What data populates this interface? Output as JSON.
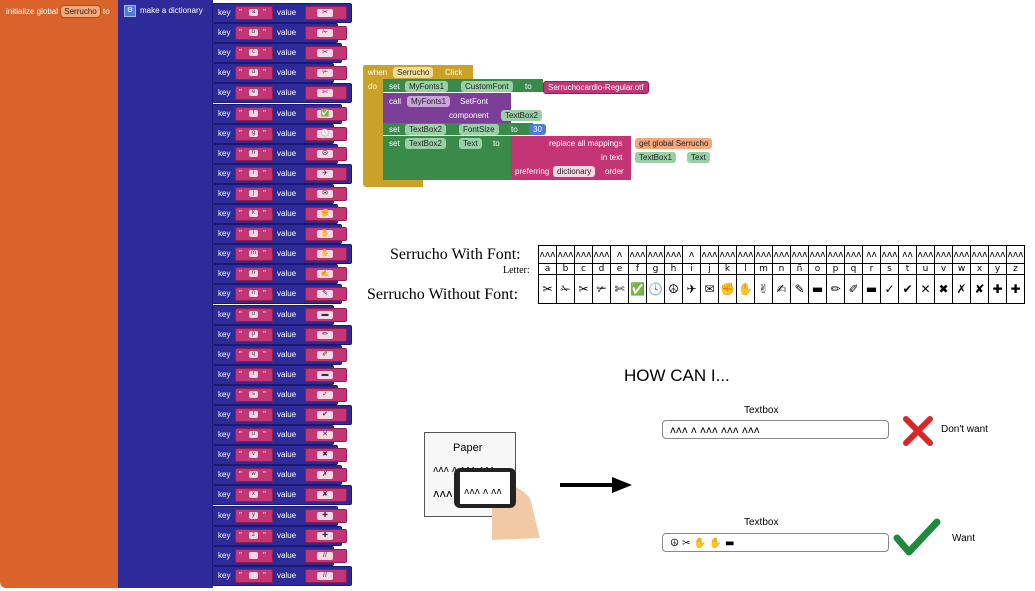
{
  "blocks": {
    "init": {
      "prefix": "initialize global",
      "name": "Serrucho",
      "suffix": "to"
    },
    "dict_label": "make a dictionary",
    "key_label": "key",
    "value_label": "value",
    "pairs": [
      {
        "key": "a",
        "value": "✂"
      },
      {
        "key": "b",
        "value": "✁"
      },
      {
        "key": "c",
        "value": "✂"
      },
      {
        "key": "d",
        "value": "✃"
      },
      {
        "key": "e",
        "value": "✄"
      },
      {
        "key": "f",
        "value": "✅"
      },
      {
        "key": "g",
        "value": "🕓"
      },
      {
        "key": "h",
        "value": "☮"
      },
      {
        "key": "i",
        "value": "✈"
      },
      {
        "key": "j",
        "value": "✉"
      },
      {
        "key": "k",
        "value": "✊"
      },
      {
        "key": "l",
        "value": "✋"
      },
      {
        "key": "m",
        "value": "✋"
      },
      {
        "key": "n",
        "value": "✍"
      },
      {
        "key": "ñ",
        "value": "✎"
      },
      {
        "key": "o",
        "value": "▬"
      },
      {
        "key": "p",
        "value": "✏"
      },
      {
        "key": "q",
        "value": "✐"
      },
      {
        "key": "r",
        "value": "▬"
      },
      {
        "key": "s",
        "value": "✓"
      },
      {
        "key": "t",
        "value": "✔"
      },
      {
        "key": "u",
        "value": "✕"
      },
      {
        "key": "v",
        "value": "✖"
      },
      {
        "key": "w",
        "value": "✗"
      },
      {
        "key": "x",
        "value": "✘"
      },
      {
        "key": "y",
        "value": "✚"
      },
      {
        "key": "z",
        "value": "✚"
      },
      {
        "key": " ",
        "value": "//"
      },
      {
        "key": " ",
        "value": "//"
      }
    ],
    "event": {
      "when": "when",
      "component": "Serrucho",
      "event": "Click",
      "do": "do",
      "set": "set",
      "call": "call",
      "to": "to",
      "fonts_component": "MyFonts1",
      "custom_font": "CustomFont",
      "font_file": "Serruchocardio-Regular.otf",
      "method": "SetFont",
      "component_label": "component",
      "textbox2": "TextBox2",
      "font_size": "FontSize",
      "font_size_value": "30",
      "text_prop": "Text",
      "replace_label": "replace all mappings",
      "get_label": "get",
      "global_var": "global Serrucho",
      "in_text_label": "in text",
      "textbox1": "TextBox1",
      "preferring_label": "preferring",
      "preferring_value": "dictionary",
      "order_label": "order"
    }
  },
  "table": {
    "with_font_label": "Serrucho With Font:",
    "letter_label": "Letter:",
    "without_font_label": "Serrucho Without Font:",
    "serrucho_glyphs": [
      "ʌʌʌ",
      "ʌʌʌ",
      "ʌʌʌ",
      "ʌʌʌ",
      "ʌ",
      "ʌʌʌ",
      "ʌʌʌ",
      "ʌʌʌ",
      "ʌ",
      "ʌʌʌ",
      "ʌʌʌ",
      "ʌʌʌ",
      "ʌʌʌ",
      "ʌʌʌ",
      "ʌʌʌ",
      "ʌʌʌ",
      "ʌʌʌ",
      "ʌʌʌ",
      "ʌʌ",
      "ʌʌʌ",
      "ʌʌ",
      "ʌʌʌ",
      "ʌʌʌ",
      "ʌʌʌ",
      "ʌʌʌ",
      "ʌʌʌ",
      "ʌʌʌ"
    ],
    "letters": [
      "a",
      "b",
      "c",
      "d",
      "e",
      "f",
      "g",
      "h",
      "i",
      "j",
      "k",
      "l",
      "m",
      "n",
      "ñ",
      "o",
      "p",
      "q",
      "r",
      "s",
      "t",
      "u",
      "v",
      "w",
      "x",
      "y",
      "z"
    ],
    "symbols": [
      "✂",
      "✁",
      "✂",
      "✃",
      "✄",
      "✅",
      "🕓",
      "☮",
      "✈",
      "✉",
      "✊",
      "✋",
      "✌",
      "✍",
      "✎",
      "▬",
      "✏",
      "✐",
      "▬",
      "✓",
      "✔",
      "✕",
      "✖",
      "✗",
      "✘",
      "✚",
      "✚"
    ]
  },
  "illustration": {
    "how_label": "HOW CAN I...",
    "paper_label": "Paper",
    "textbox_label": "Textbox",
    "bad_text": "ʌʌʌ ʌ ʌʌʌ ʌʌʌ ʌʌʌ",
    "good_text": "☮ ✂ ✋ ✋ ▬",
    "dont_want": "Don't want",
    "want": "Want",
    "bad_color": "#d62828",
    "good_color": "#1f8a3b"
  }
}
